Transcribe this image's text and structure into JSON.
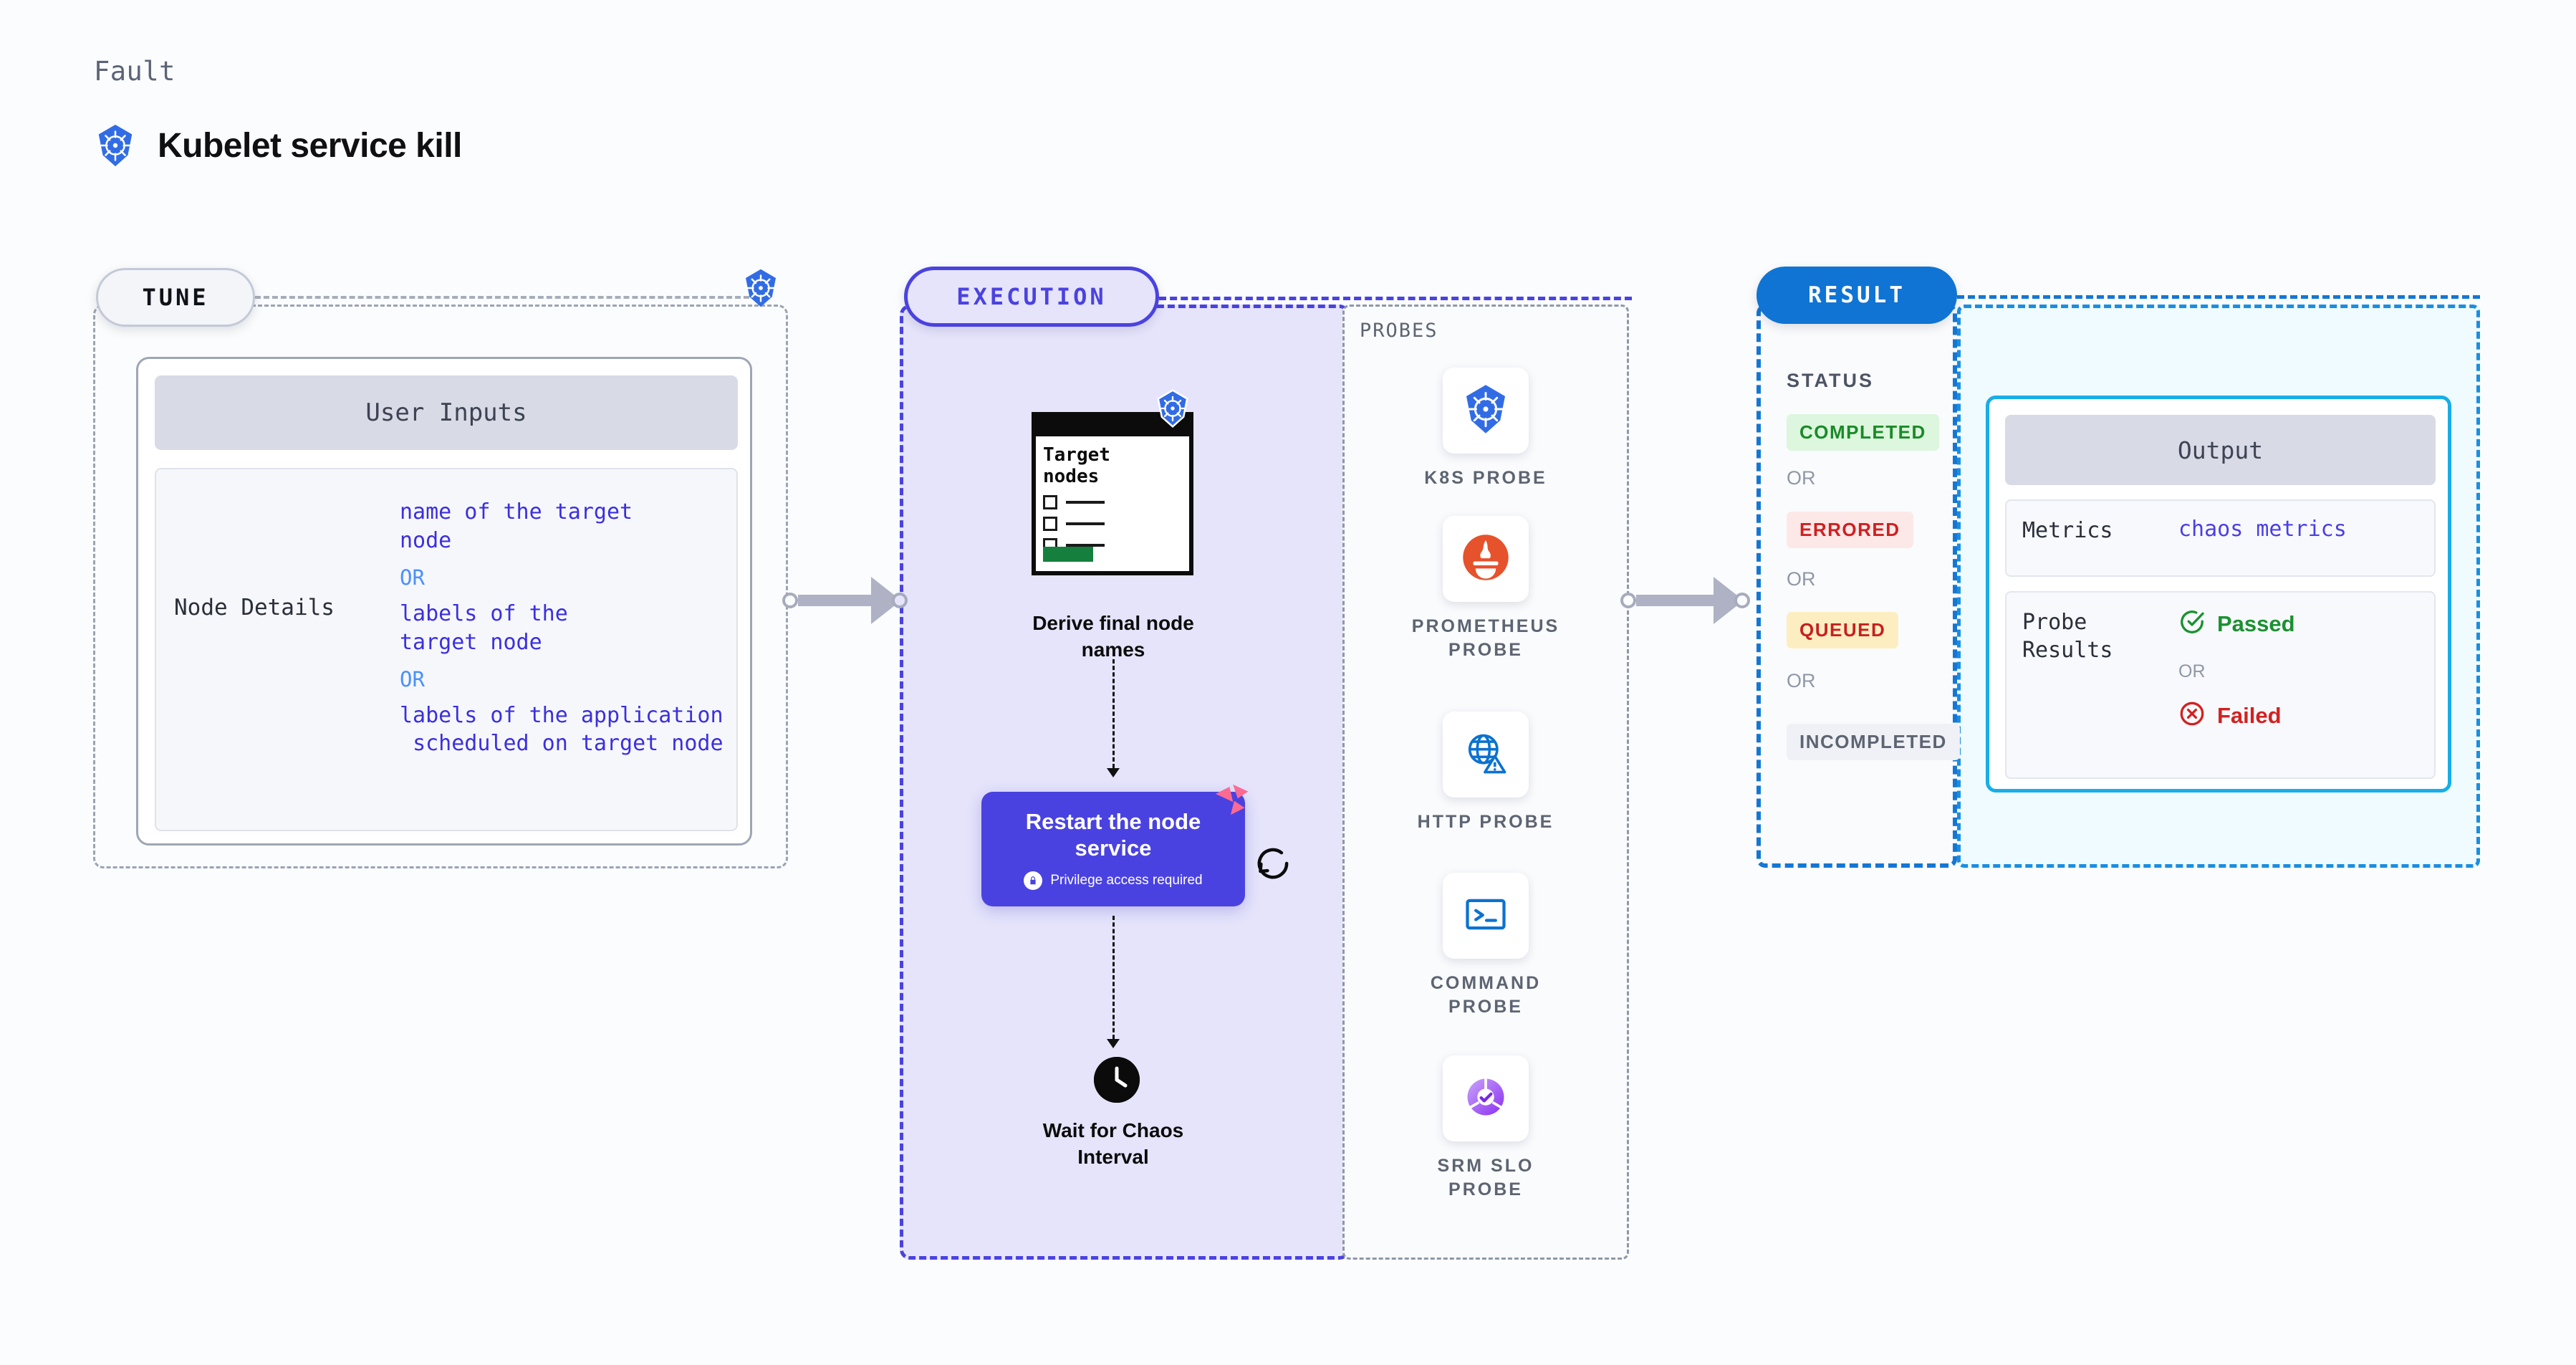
{
  "header": {
    "eyebrow": "Fault",
    "title": "Kubelet service kill",
    "icon": "kubernetes-icon"
  },
  "tune": {
    "pill_label": "TUNE",
    "icon": "kubernetes-icon",
    "card": {
      "head": "User Inputs",
      "rows": [
        {
          "key": "Node Details",
          "values": [
            "name of the target\nnode",
            "labels of the\ntarget node",
            "labels of the application\n scheduled on target node"
          ],
          "separator": "OR"
        }
      ]
    }
  },
  "execution": {
    "pill_label": "EXECUTION",
    "node_card": {
      "title": "Target\nnodes",
      "icon": "kubernetes-icon",
      "checkbox_rows": 3
    },
    "steps": [
      {
        "label": "Derive final node\nnames"
      },
      {
        "label": "Restart the node\nservice",
        "badge": "Privilege access required",
        "badge_icon": "lock-icon",
        "mark": "litmus-icon",
        "retry_icon": "refresh-icon"
      },
      {
        "label": "Wait for Chaos\nInterval",
        "icon": "clock-icon"
      }
    ]
  },
  "probes": {
    "label": "PROBES",
    "items": [
      {
        "name": "K8S PROBE",
        "icon": "kubernetes-icon"
      },
      {
        "name": "PROMETHEUS\nPROBE",
        "icon": "prometheus-icon"
      },
      {
        "name": "HTTP PROBE",
        "icon": "globe-warning-icon"
      },
      {
        "name": "COMMAND\nPROBE",
        "icon": "terminal-icon"
      },
      {
        "name": "SRM SLO\nPROBE",
        "icon": "slo-donut-icon"
      }
    ]
  },
  "result": {
    "pill_label": "RESULT",
    "status_label": "STATUS",
    "separator": "OR",
    "statuses": [
      {
        "label": "COMPLETED",
        "fg": "#1a8a29",
        "bg": "#dcf7dd"
      },
      {
        "label": "ERRORED",
        "fg": "#cf2020",
        "bg": "#fde8e8"
      },
      {
        "label": "QUEUED",
        "fg": "#c62020",
        "bg": "#fdeec2"
      },
      {
        "label": "INCOMPLETED",
        "fg": "#5d6472",
        "bg": "#eff1f6"
      }
    ]
  },
  "output": {
    "head": "Output",
    "metrics_key": "Metrics",
    "metrics_value": "chaos metrics",
    "probe_results_key": "Probe\nResults",
    "passed_label": "Passed",
    "failed_label": "Failed",
    "separator": "OR",
    "passed_icon": "check-circle-icon",
    "failed_icon": "x-circle-icon"
  },
  "colors": {
    "indigo": "#4a42e0",
    "blue": "#0f74d4",
    "cyan": "#17aee8",
    "k8s_blue": "#326ce5",
    "pink": "#ff6b97",
    "green": "#1a8a29",
    "red": "#cf2020"
  }
}
